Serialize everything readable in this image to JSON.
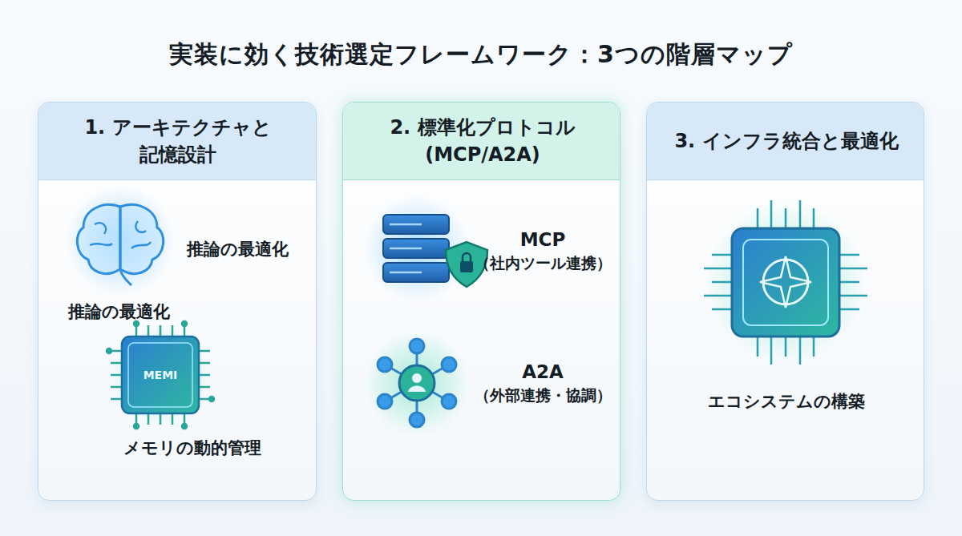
{
  "diagram": {
    "title": "実装に効く技術選定フレームワーク：3つの階層マップ",
    "nodes": [
      {
        "text": [
          "1. アーキテクチャと 記憶設計",
          "推論の最適化",
          "推論の最適化",
          "メモリの動的管理"
        ]
      },
      {
        "text": [
          "2. 標準化プロトコル (MCP/A2A)",
          "MCP",
          "（社内ツール連携）",
          "A2A",
          "（外部連携・協調）"
        ]
      },
      {
        "text": [
          "3. インフラ統合と最適化",
          "エコシステムの構築"
        ]
      }
    ],
    "labels": [
      "MEMI"
    ]
  }
}
